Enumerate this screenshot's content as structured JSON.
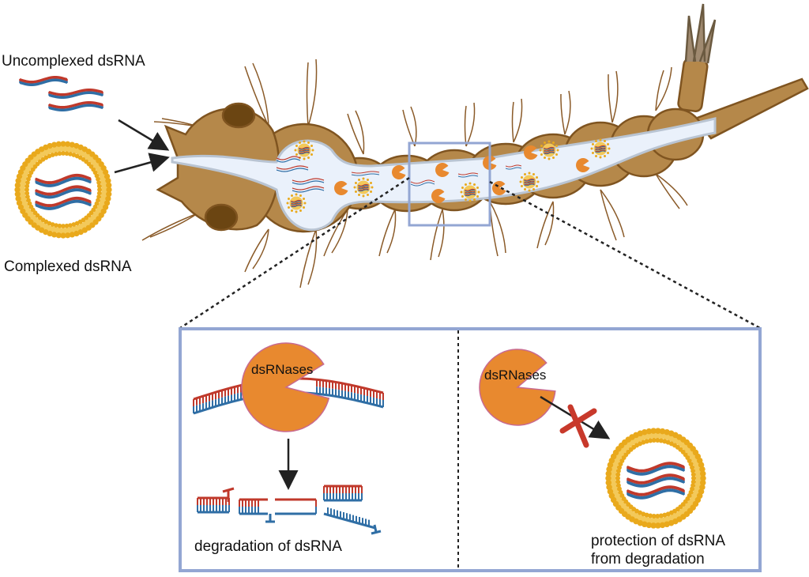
{
  "labels": {
    "uncomplexed": "Uncomplexed dsRNA",
    "complexed": "Complexed dsRNA",
    "enzyme_left": "dsRNases",
    "enzyme_right": "dsRNases",
    "degradation": "degradation of dsRNA",
    "protection_line1": "protection of dsRNA",
    "protection_line2": "from degradation"
  },
  "colors": {
    "larva_body": "#b5884a",
    "larva_outline": "#7f5420",
    "gut": "#eaf1fb",
    "zoom_box": "#93a6d3",
    "dsrnase": "#e8892f",
    "rna_red": "#c0392b",
    "rna_blue": "#2f6ea5",
    "liposome": "#e9a91c",
    "block_x": "#c8392b"
  },
  "icons": [
    "dsrna-strand",
    "liposome",
    "dsrnase-enzyme",
    "mosquito-larva",
    "block-x"
  ]
}
